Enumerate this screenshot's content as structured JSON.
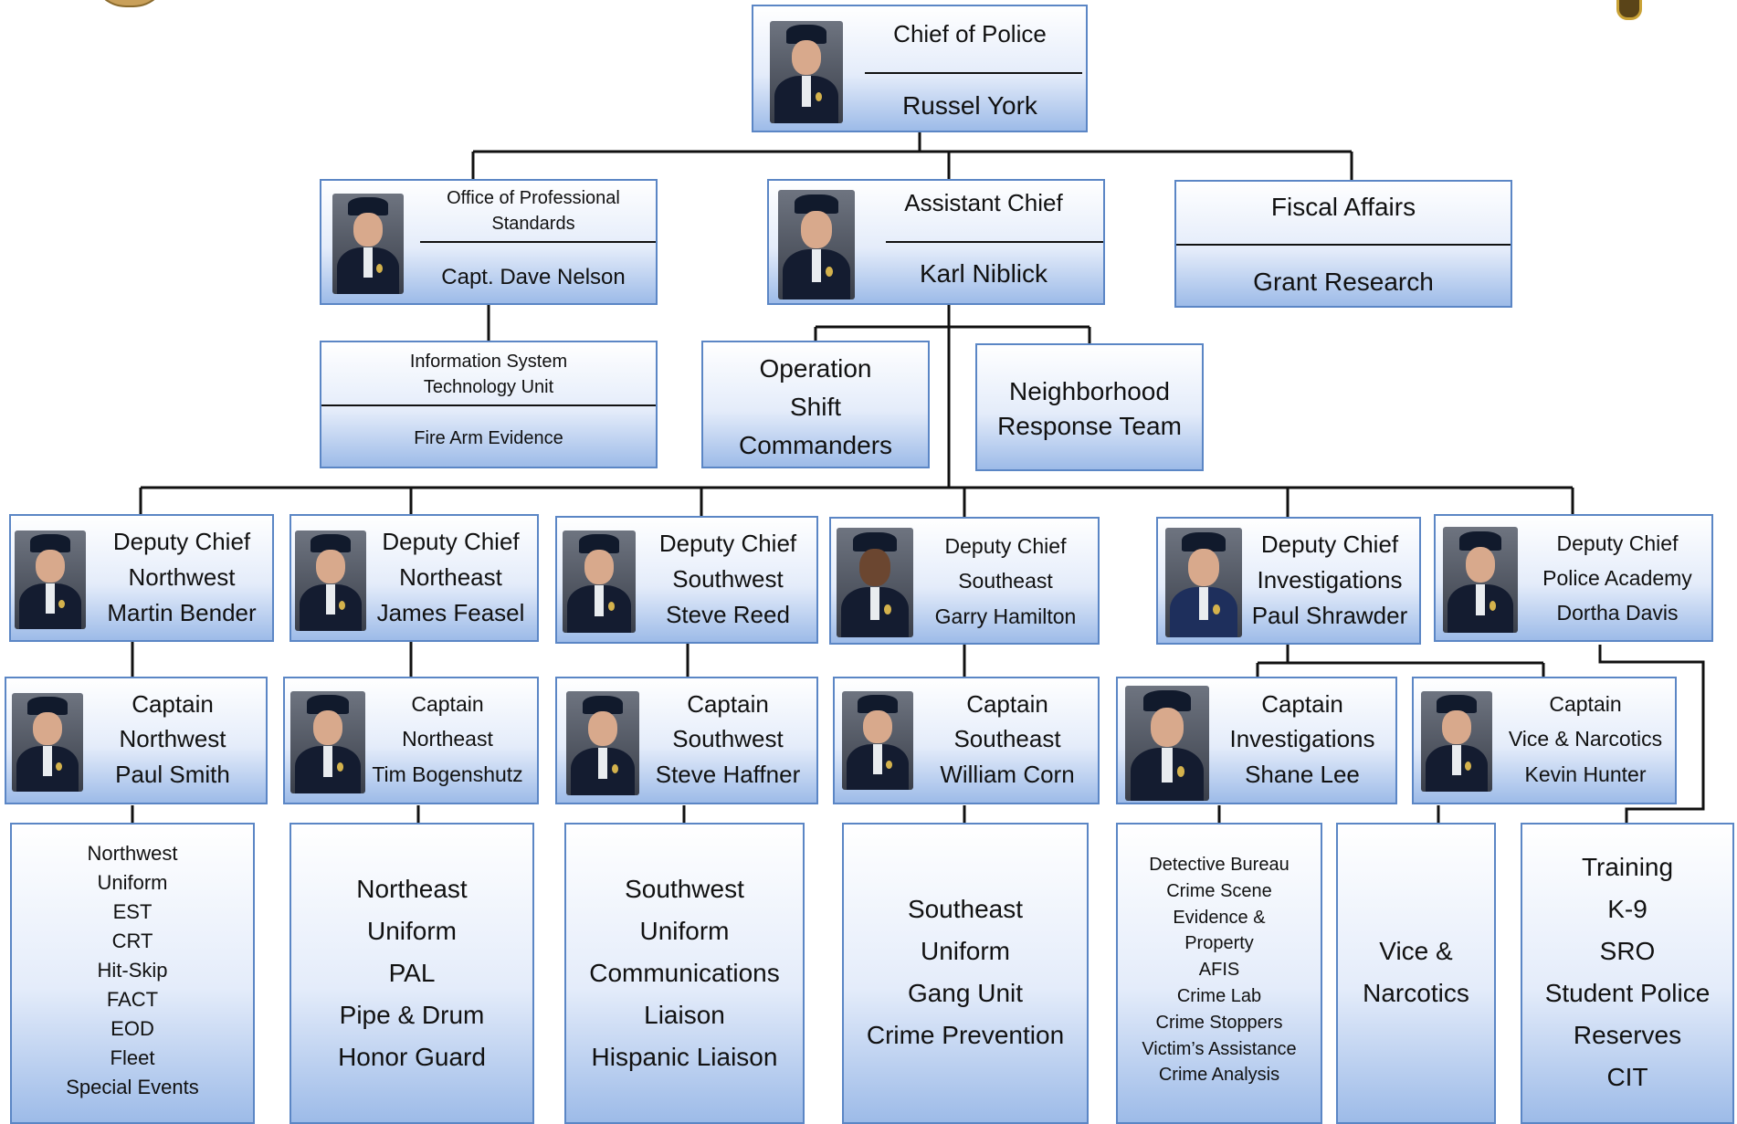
{
  "chief": {
    "title": "Chief of Police",
    "name": "Russel York"
  },
  "ops": {
    "title_line1": "Office of Professional",
    "title_line2": "Standards",
    "name": "Capt. Dave Nelson"
  },
  "asst": {
    "title": "Assistant Chief",
    "name": "Karl Niblick"
  },
  "fiscal": {
    "line1": "Fiscal Affairs",
    "line2": "Grant Research"
  },
  "isu": {
    "line1": "Information System",
    "line2": "Technology Unit",
    "line3": "Fire Arm Evidence"
  },
  "op_shift": {
    "line1": "Operation",
    "line2": "Shift",
    "line3": "Commanders"
  },
  "nrt": {
    "line1": "Neighborhood",
    "line2": "Response Team"
  },
  "deputies": [
    {
      "title": "Deputy Chief",
      "area": "Northwest",
      "name": "Martin Bender"
    },
    {
      "title": "Deputy Chief",
      "area": "Northeast",
      "name": "James Feasel"
    },
    {
      "title": "Deputy Chief",
      "area": "Southwest",
      "name": "Steve Reed"
    },
    {
      "title": "Deputy Chief",
      "area": "Southeast",
      "name": "Garry Hamilton"
    },
    {
      "title": "Deputy Chief",
      "area": "Investigations",
      "name": "Paul Shrawder"
    },
    {
      "title": "Deputy Chief",
      "area": "Police Academy",
      "name": "Dortha Davis"
    }
  ],
  "captains": [
    {
      "title": "Captain",
      "area": "Northwest",
      "name": "Paul Smith"
    },
    {
      "title": "Captain",
      "area": "Northeast",
      "name": "Tim Bogenshutz"
    },
    {
      "title": "Captain",
      "area": "Southwest",
      "name": "Steve Haffner"
    },
    {
      "title": "Captain",
      "area": "Southeast",
      "name": "William Corn"
    },
    {
      "title": "Captain",
      "area": "Investigations",
      "name": "Shane Lee"
    },
    {
      "title": "Captain",
      "area": "Vice & Narcotics",
      "name": "Kevin Hunter"
    }
  ],
  "units": [
    {
      "items": [
        "Northwest",
        "Uniform",
        "EST",
        "CRT",
        "Hit-Skip",
        "FACT",
        "EOD",
        "Fleet",
        "Special Events"
      ]
    },
    {
      "items": [
        "Northeast",
        "Uniform",
        "PAL",
        "Pipe & Drum",
        "Honor Guard"
      ]
    },
    {
      "items": [
        "Southwest",
        "Uniform",
        "Communications",
        "Liaison",
        "Hispanic Liaison"
      ]
    },
    {
      "items": [
        "Southeast",
        "Uniform",
        "Gang Unit",
        "Crime Prevention"
      ]
    },
    {
      "items": [
        "Detective Bureau",
        "Crime Scene",
        "Evidence &",
        "Property",
        "AFIS",
        "Crime Lab",
        "Crime Stoppers",
        "Victim’s Assistance",
        "Crime Analysis"
      ]
    },
    {
      "items": [
        "Vice &",
        "Narcotics"
      ]
    },
    {
      "items": [
        "Training",
        "K-9",
        "SRO",
        "Student Police",
        "Reserves",
        "CIT"
      ]
    }
  ],
  "colors": {
    "box_border": "#5b86c5",
    "box_bottom": "#9dbbe8",
    "connector": "#111111"
  }
}
